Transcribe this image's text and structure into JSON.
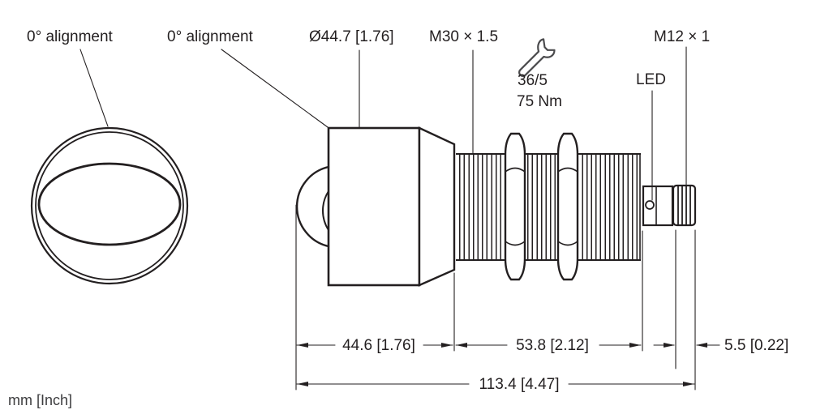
{
  "labels": {
    "alignment": "0° alignment",
    "diameter": "Ø44.7 [1.76]",
    "thread_main": "M30 × 1.5",
    "torque_key": "36/5",
    "torque_value": "75 Nm",
    "led": "LED",
    "thread_connector": "M12 × 1"
  },
  "dimensions": {
    "front_section": "44.6 [1.76]",
    "barrel_section": "53.8 [2.12]",
    "connector_tip": "5.5 [0.22]",
    "overall": "113.4 [4.47]"
  },
  "footer": {
    "units": "mm [Inch]"
  },
  "icons": {
    "wrench": "wrench-icon"
  },
  "colors": {
    "line": "#231f20",
    "background": "#ffffff",
    "footer_text": "#3d3d3f",
    "icon_stroke": "#4b4b4d"
  }
}
